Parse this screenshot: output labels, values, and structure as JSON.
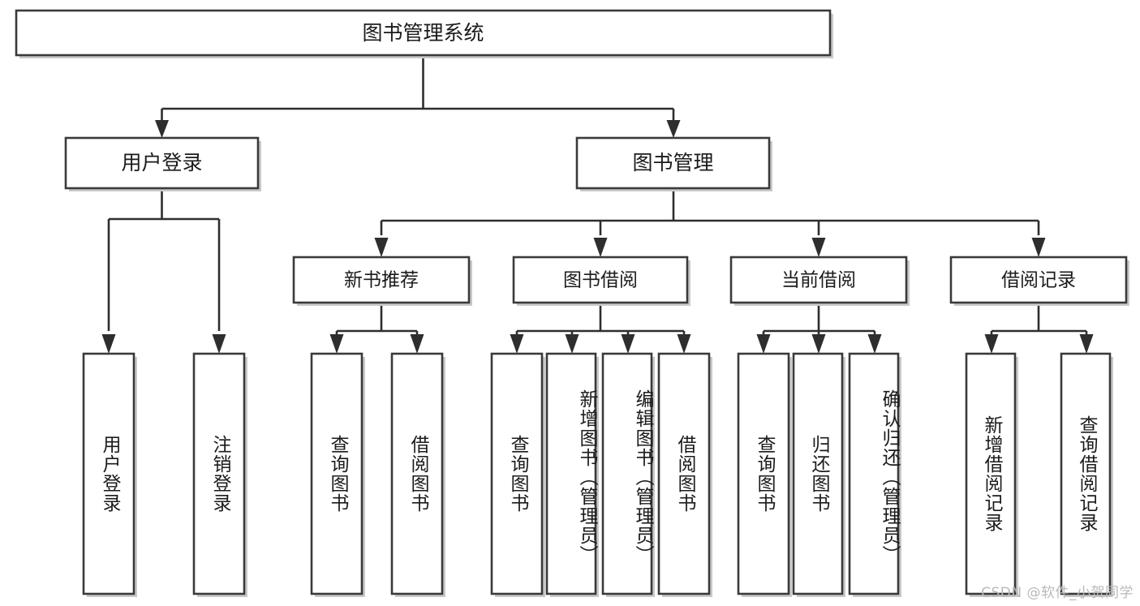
{
  "diagram": {
    "title": "图书管理系统",
    "watermark": "CSDN @软件_小贺同学",
    "root": {
      "label": "图书管理系统"
    },
    "level1": [
      {
        "id": "user-login",
        "label": "用户登录"
      },
      {
        "id": "book-manage",
        "label": "图书管理"
      }
    ],
    "level2": [
      {
        "id": "new-book-recommend",
        "label": "新书推荐",
        "parent": "book-manage"
      },
      {
        "id": "book-borrow",
        "label": "图书借阅",
        "parent": "book-manage"
      },
      {
        "id": "current-borrow",
        "label": "当前借阅",
        "parent": "book-manage"
      },
      {
        "id": "borrow-record",
        "label": "借阅记录",
        "parent": "book-manage"
      }
    ],
    "leaves": [
      {
        "id": "leaf-user-login",
        "label": "用户登录",
        "parent": "user-login"
      },
      {
        "id": "leaf-logout-login",
        "label": "注销登录",
        "parent": "user-login"
      },
      {
        "id": "leaf-query-book-1",
        "label": "查询图书",
        "parent": "new-book-recommend"
      },
      {
        "id": "leaf-borrow-book-1",
        "label": "借阅图书",
        "parent": "new-book-recommend"
      },
      {
        "id": "leaf-query-book-2",
        "label": "查询图书",
        "parent": "book-borrow"
      },
      {
        "id": "leaf-add-book",
        "label": "新增图书（管理员）",
        "parent": "book-borrow"
      },
      {
        "id": "leaf-edit-book",
        "label": "编辑图书（管理员）",
        "parent": "book-borrow"
      },
      {
        "id": "leaf-borrow-book-2",
        "label": "借阅图书",
        "parent": "book-borrow"
      },
      {
        "id": "leaf-query-book-3",
        "label": "查询图书",
        "parent": "current-borrow"
      },
      {
        "id": "leaf-return-book",
        "label": "归还图书",
        "parent": "current-borrow"
      },
      {
        "id": "leaf-confirm-return",
        "label": "确认归还（管理员）",
        "parent": "current-borrow"
      },
      {
        "id": "leaf-add-record",
        "label": "新增借阅记录",
        "parent": "borrow-record"
      },
      {
        "id": "leaf-query-record",
        "label": "查询借阅记录",
        "parent": "borrow-record"
      }
    ],
    "colors": {
      "box_stroke": "#3a3a3a",
      "connector": "#2e2e2e",
      "background": "#ffffff",
      "text": "#1b1b1b",
      "watermark": "#b9b9b9"
    }
  }
}
